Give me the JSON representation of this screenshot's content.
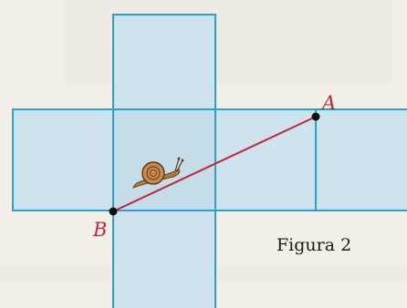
{
  "diagram": {
    "point_a_label": "A",
    "point_b_label": "B",
    "caption": "Figura 2"
  },
  "colors": {
    "face_fill": "#cfe3ee",
    "edge": "#2aa0d6",
    "segment": "#c0283a",
    "point": "#111111",
    "background": "#f1efe8"
  }
}
